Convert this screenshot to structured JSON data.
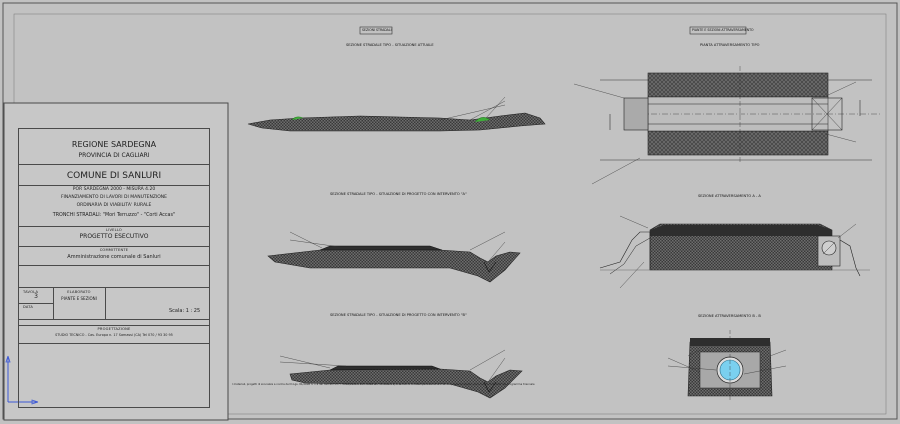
{
  "title_block": {
    "region": "REGIONE SARDEGNA",
    "province": "PROVINCIA DI CAGLIARI",
    "municipality": "COMUNE DI SANLURI",
    "program": "POR SARDEGNA 2000 - MISURA 4.20",
    "funding_1": "FINANZIAMENTO DI LAVORI DI MANUTENZIONE",
    "funding_2": "ORDINARIA DI VIABILITA' RURALE",
    "roads": "TRONCHI STRADALI: \"Mori Terruzzo\" - \"Corti Accas\"",
    "level_label": "LIVELLO",
    "level_value": "PROGETTO ESECUTIVO",
    "client_label": "COMMITTENTE",
    "client_value": "Amministrazione comunale di Sanluri",
    "sheet_label": "TAVOLA",
    "sheet_number": "3",
    "date_label": "DATA",
    "drawing_label": "ELABORATO",
    "drawing_value": "PIANTE E SEZIONI",
    "scale": "Scala: 1 : 25",
    "design_label": "PROGETTAZIONE",
    "designer": "STUDIO TECNICO - Cas. Europa n. 17 Samassi (CA) Tel 070 / 93 30 95"
  },
  "sheet_titles": {
    "left_box": "SEZIONI STRADALI",
    "right_box": "PIANTE E SEZIONI ATTRAVERSAMENTO"
  },
  "captions": {
    "s1": "SEZIONE STRADALE TIPO - SITUAZIONE ATTUALE",
    "s2": "SEZIONE STRADALE TIPO - SITUAZIONE DI PROGETTO CON INTERVENTO \"A\"",
    "s3": "SEZIONE STRADALE TIPO - SITUAZIONE DI PROGETTO CON INTERVENTO \"B\"",
    "plan": "PIANTA ATTRAVERSAMENTO TIPO",
    "sec_aa": "SEZIONE ATTRAVERSAMENTO A - A",
    "sec_bb": "SEZIONE ATTRAVERSAMENTO B - B"
  },
  "footer_note": "I materiali, progetti di sicurezza a norma del D.Lgs. 81/2008 n. 1 e del decreto s.m.i. 2008/1996 e D.M. 2006 art. 45 lettera a) e ss.mm.ii. in ottemperanza all'art. 12 del presente bando, sono inoltre finanziati dal programma triennale",
  "colors": {
    "background": "#c2c2c2",
    "line": "#3a3a3a",
    "fill_dark": "#4a4a4a",
    "fill_mid": "#7a7a7a",
    "grass": "#3fae3a",
    "pipe": "#7ad0ef"
  },
  "icons": {
    "ucs": "ucs-icon"
  }
}
